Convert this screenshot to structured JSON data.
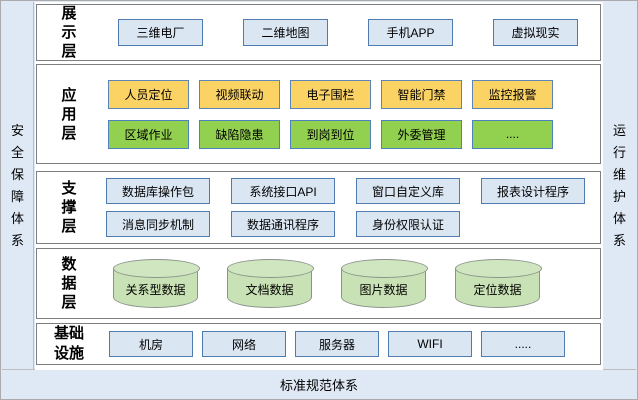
{
  "frame": {
    "left_panel": "安全保障体系",
    "right_panel": "运行维护体系",
    "bottom_panel": "标准规范体系"
  },
  "colors": {
    "panel_bg": "#dfe9f5",
    "blue_box_bg": "#dbe6f3",
    "blue_box_border": "#4e7cb0",
    "yellow_box_bg": "#fbd264",
    "green_box_bg": "#92d050",
    "cylinder_bg": "#c9e2b5",
    "band_border": "#7f7f7f"
  },
  "layers": [
    {
      "label": "展示层",
      "rows": [
        [
          "三维电厂",
          "二维地图",
          "手机APP",
          "虚拟现实"
        ]
      ]
    },
    {
      "label": "应用层",
      "rows": [
        [
          "人员定位",
          "视频联动",
          "电子围栏",
          "智能门禁",
          "监控报警"
        ],
        [
          "区域作业",
          "缺陷隐患",
          "到岗到位",
          "外委管理",
          "...."
        ]
      ]
    },
    {
      "label": "支撑层",
      "rows": [
        [
          "数据库操作包",
          "系统接口API",
          "窗口自定义库",
          "报表设计程序"
        ],
        [
          "消息同步机制",
          "数据通讯程序",
          "身份权限认证"
        ]
      ]
    },
    {
      "label": "数据层",
      "rows": [
        [
          "关系型数据",
          "文档数据",
          "图片数据",
          "定位数据"
        ]
      ]
    },
    {
      "label": "基础设施",
      "rows": [
        [
          "机房",
          "网络",
          "服务器",
          "WIFI",
          "....."
        ]
      ]
    }
  ]
}
